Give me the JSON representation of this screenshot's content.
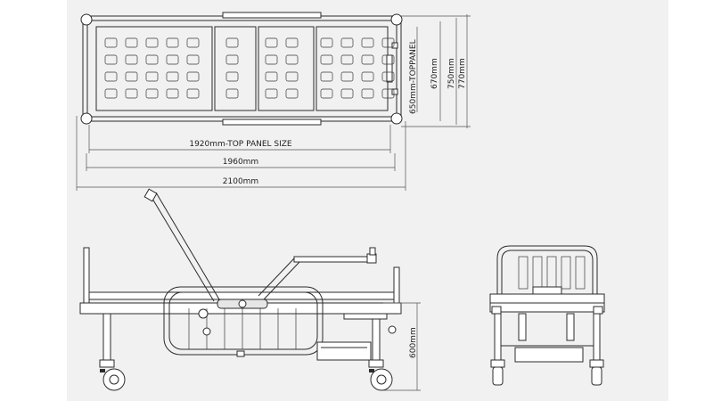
{
  "dimensions": {
    "top_panel_size": "1920mm-TOP PANEL SIZE",
    "overall_1960": "1960mm",
    "overall_2100": "2100mm",
    "top_panel_width": "650mm-TOPPANEL",
    "width_670": "670mm",
    "width_750": "750mm",
    "width_770": "770mm",
    "height_600": "600mm"
  },
  "colors": {
    "background": "#f1f1f1",
    "line": "#2b2b2b"
  }
}
